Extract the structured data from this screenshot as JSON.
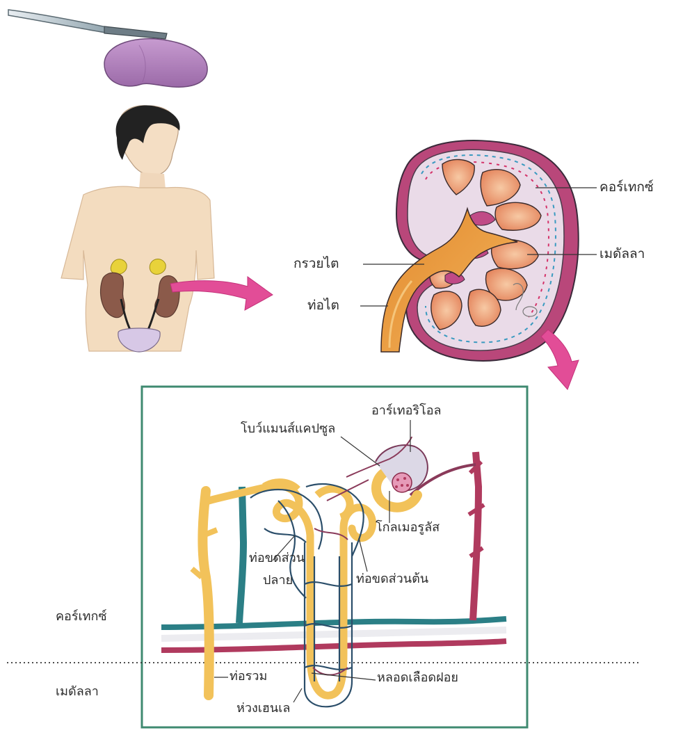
{
  "labels": {
    "cortex": "คอร์เทกซ์",
    "medulla": "เมดัลลา",
    "pelvis": "กรวยไต",
    "ureter": "ท่อไต",
    "arteriole": "อาร์เทอริโอล",
    "bowman_capsule": "โบว์แมนส์แคปซูล",
    "glomerulus": "โกลเมอรูลัส",
    "distal_tubule_line1": "ท่อขดส่วน",
    "distal_tubule_line2": "ปลาย",
    "proximal_tubule": "ท่อขดส่วนต้น",
    "region_cortex": "คอร์เทกซ์",
    "region_medulla": "เมดัลลา",
    "collecting_duct": "ท่อรวม",
    "capillary": "หลอดเลือดฝอย",
    "loop_of_henle": "ห่วงเฮนเล"
  },
  "colors": {
    "skin": "#f3dcbf",
    "kidney_cortex": "#b9477a",
    "pyramid": "#e88e63",
    "pelvis": "#e89a3a",
    "arrow": "#e24d97",
    "frame": "#3f8a70",
    "tubule": "#f2c25a",
    "vein": "#2b7f86",
    "artery": "#b03a5e"
  },
  "icons": [
    "scalpel",
    "kidney-slice",
    "human-torso",
    "kidney-section",
    "nephron"
  ]
}
